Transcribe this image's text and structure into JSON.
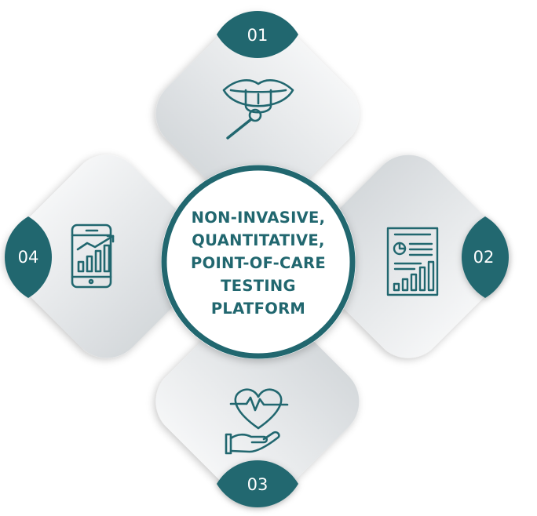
{
  "center": {
    "lines": [
      "NON-INVASIVE,",
      "QUANTITATIVE,",
      "POINT-OF-CARE",
      "TESTING",
      "PLATFORM"
    ]
  },
  "steps": [
    {
      "number": "01",
      "icon": "saliva-swab-icon"
    },
    {
      "number": "02",
      "icon": "report-chart-icon"
    },
    {
      "number": "03",
      "icon": "heart-care-hand-icon"
    },
    {
      "number": "04",
      "icon": "mobile-analytics-icon"
    }
  ],
  "colors": {
    "primary": "#21676f",
    "card_light": "#f4f5f6",
    "card_dark": "#d6dadd",
    "background": "#ffffff"
  }
}
